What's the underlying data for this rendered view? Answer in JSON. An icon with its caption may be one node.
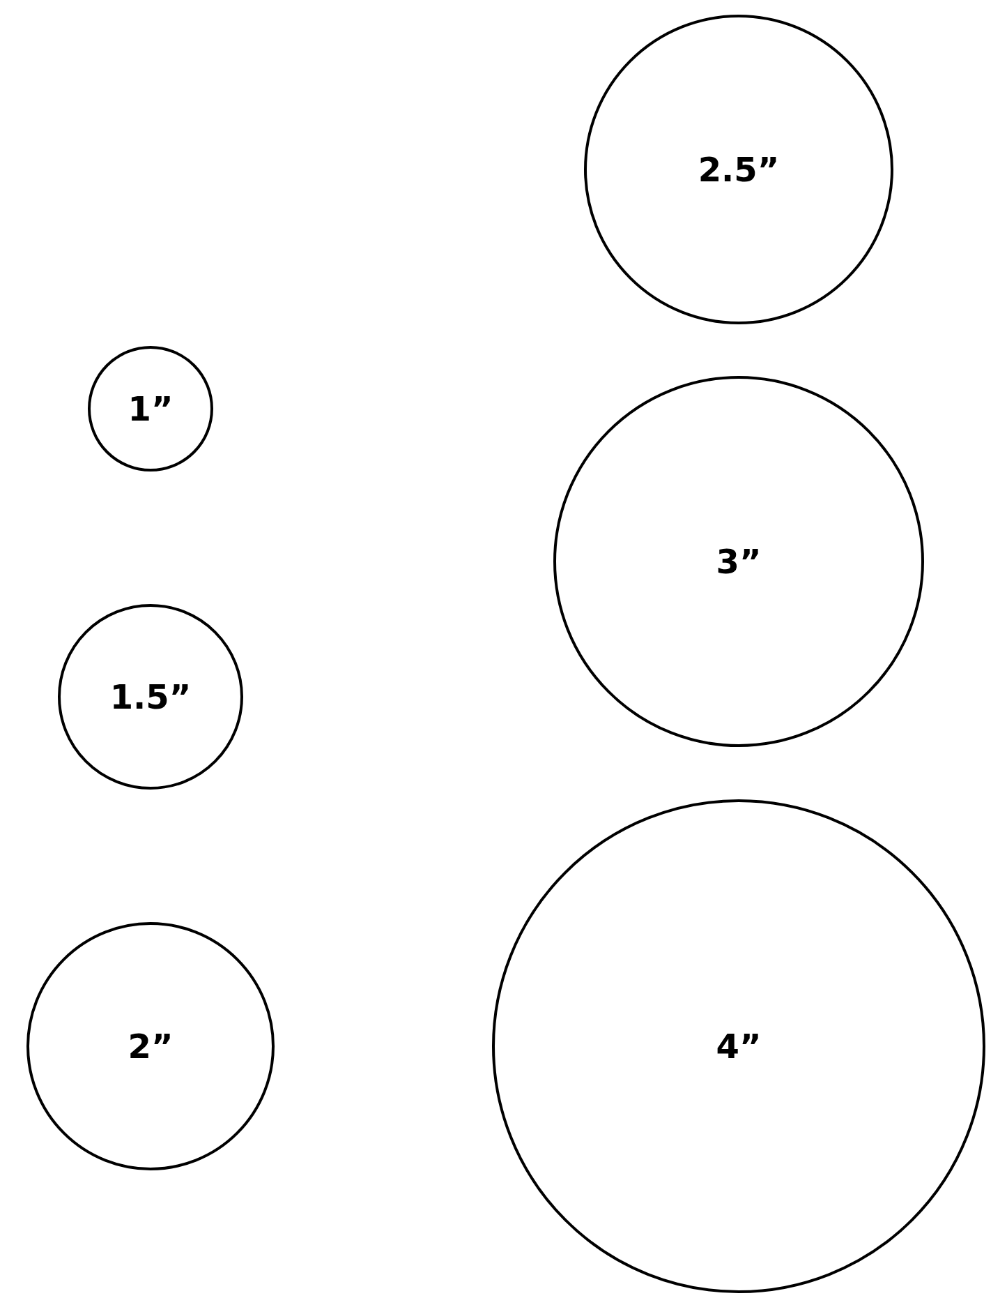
{
  "diagram": {
    "nodes": [
      {
        "text": [
          "1”"
        ]
      },
      {
        "text": [
          "1.5”"
        ]
      },
      {
        "text": [
          "2”"
        ]
      },
      {
        "text": [
          "2.5”"
        ]
      },
      {
        "text": [
          "3”"
        ]
      },
      {
        "text": [
          "4”"
        ]
      }
    ]
  }
}
